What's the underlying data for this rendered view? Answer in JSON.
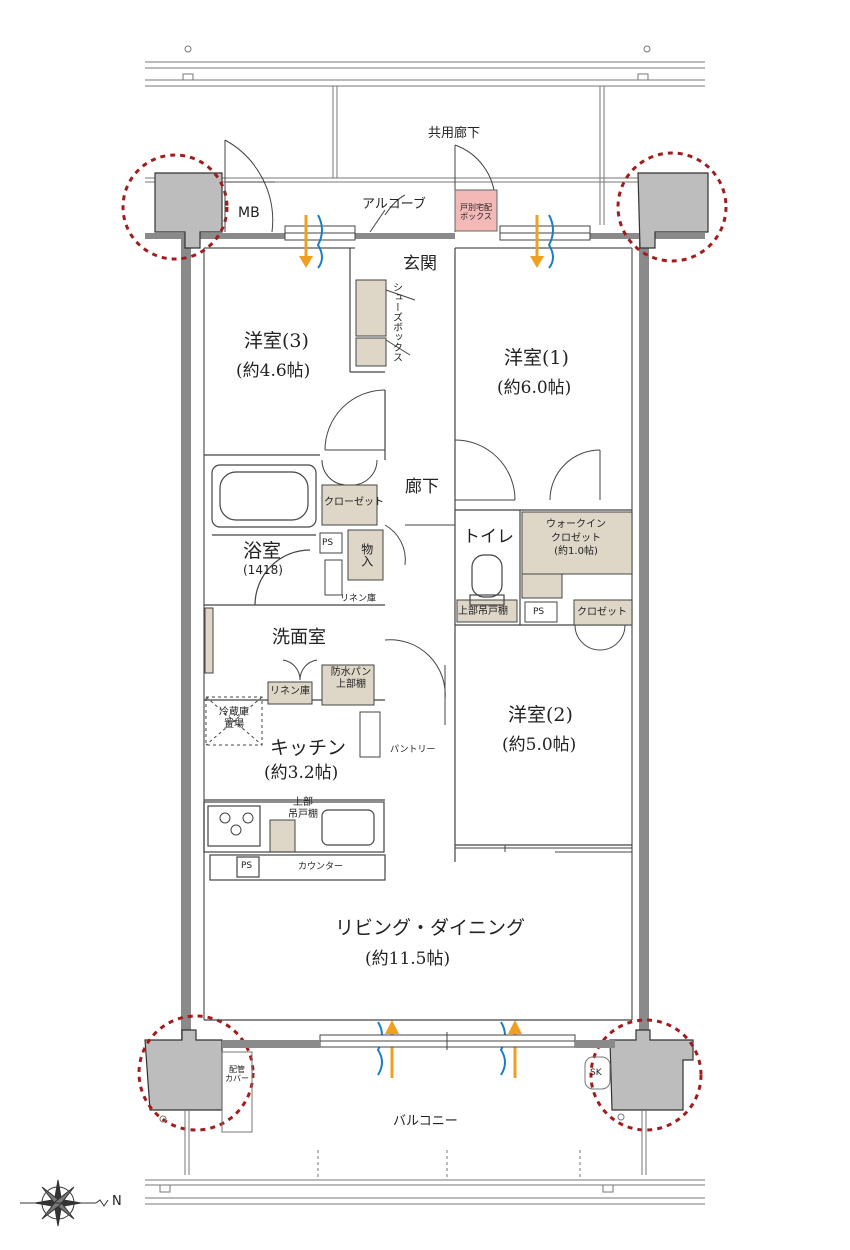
{
  "colors": {
    "wall": "#8a8a8a",
    "column": "#bdbdbd",
    "storage_fill": "#ded7c8",
    "delivery_box_fill": "#f2b9b7",
    "highlight_circle": "#a11d1d",
    "airflow_orange": "#f0a020",
    "airflow_blue": "#1a7fc2"
  },
  "labels": {
    "common_corridor": "共用廊下",
    "mb": "MB",
    "alcove": "アルコーブ",
    "delivery_box": "戸別宅配\nボックス",
    "entrance": "玄関",
    "shoe_box": "シューズボックス",
    "room3_name": "洋室(3)",
    "room3_size": "(約4.6帖)",
    "room1_name": "洋室(1)",
    "room1_size": "(約6.0帖)",
    "closet_1": "クローゼット",
    "hallway": "廊下",
    "bathroom": "浴室",
    "bathroom_size": "(1418)",
    "ps_1": "PS",
    "storage": "物入",
    "linen_closet_1": "リネン庫",
    "toilet": "トイレ",
    "walk_in_closet": "ウォークイン\nクロゼット\n(約1.0帖)",
    "upper_hanging_shelf_1": "上部吊戸棚",
    "ps_2": "PS",
    "closet_2": "クロゼット",
    "washroom": "洗面室",
    "waterproof_pan": "防水パン\n上部棚",
    "linen_closet_2": "リネン庫",
    "fridge_space": "冷蔵庫\n置場",
    "kitchen_name": "キッチン",
    "kitchen_size": "(約3.2帖)",
    "pantry": "パントリー",
    "room2_name": "洋室(2)",
    "room2_size": "(約5.0帖)",
    "upper_hanging_shelf_2": "上部\n吊戸棚",
    "ps_3": "PS",
    "counter": "カウンター",
    "living_name": "リビング・ダイニング",
    "living_size": "(約11.5帖)",
    "pipe_cover": "配管\nカバー",
    "sk": "SK",
    "balcony": "バルコニー",
    "north": "N"
  },
  "icons": [
    "compass-rose-icon",
    "airflow-arrow-icon",
    "door-swing-icon",
    "stove-icon",
    "sink-icon",
    "bathtub-icon",
    "toilet-icon"
  ]
}
